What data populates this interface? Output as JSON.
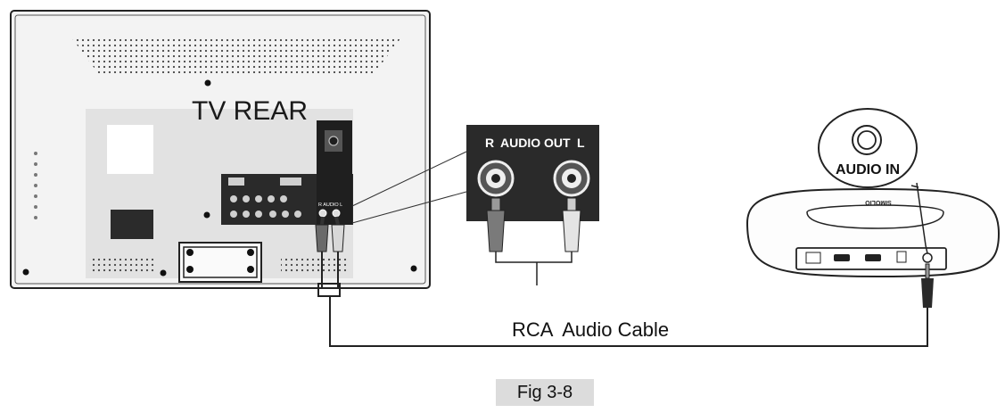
{
  "tv": {
    "label": "TV REAR",
    "jack_label": "R AUDIO L"
  },
  "audio_out_panel": {
    "label_left": "R",
    "label_mid": "AUDIO OUT",
    "label_right": "L"
  },
  "speaker": {
    "callout_label": "AUDIO IN",
    "brand": "SIMOLIO"
  },
  "cable": {
    "label": "RCA  Audio Cable"
  },
  "figure": {
    "caption": "Fig 3-8"
  },
  "colors": {
    "line": "#1a1a1a",
    "panel": "#2a2a2a",
    "tv_body": "#f0f0f0",
    "caption_bg": "#dcdcdc"
  }
}
